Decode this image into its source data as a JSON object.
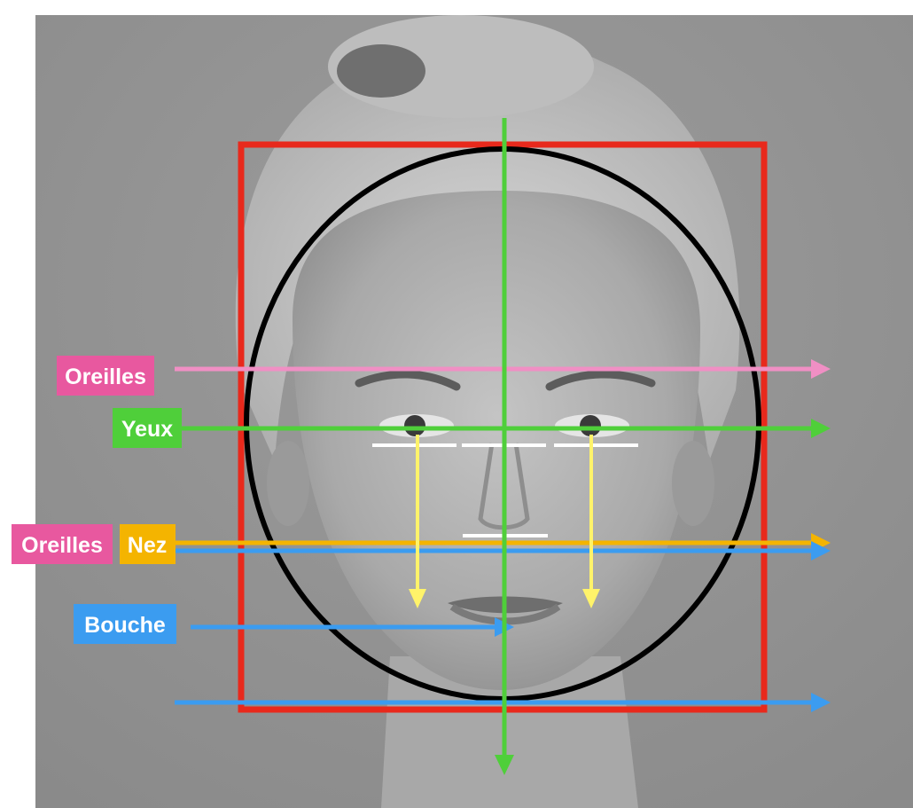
{
  "labels": {
    "ears_top": "Oreilles",
    "eyes": "Yeux",
    "ears_bottom": "Oreilles",
    "nose": "Nez",
    "mouth": "Bouche"
  },
  "colors": {
    "ears": "#e8589f",
    "eyes": "#4fcf3a",
    "nose": "#f4b400",
    "mouth": "#3b9cf0",
    "ear_line": "#f08fc4",
    "guide_yellow": "#fff36a",
    "frame": "#e8291c",
    "oval": "#000000",
    "divider": "#ffffff"
  },
  "photo": {
    "subject": "face-photo-grayscale"
  }
}
